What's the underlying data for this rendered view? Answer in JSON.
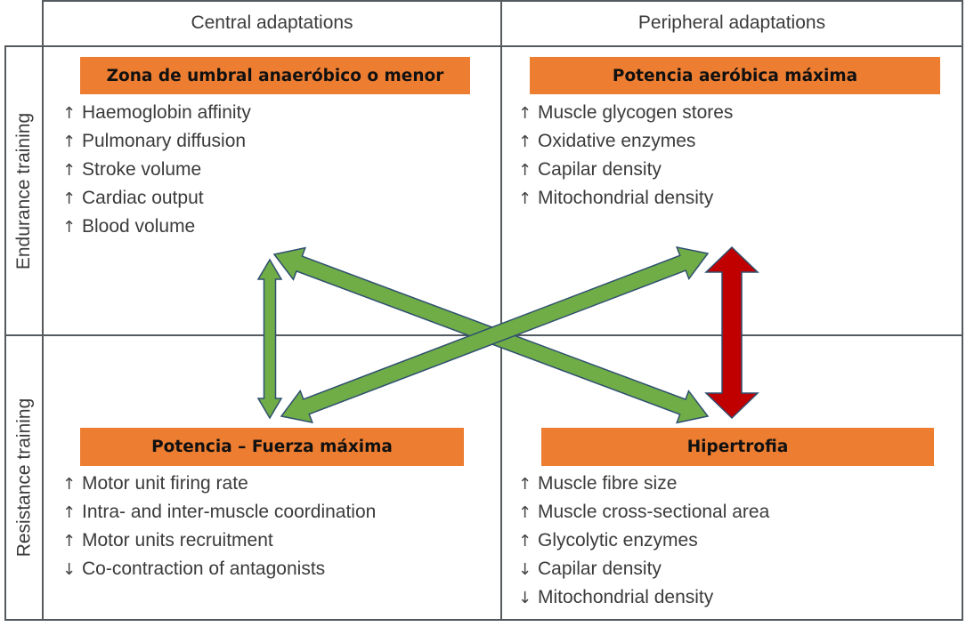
{
  "columns": {
    "central": "Central adaptations",
    "peripheral": "Peripheral adaptations"
  },
  "rows": {
    "endurance": "Endurance training",
    "resistance": "Resistance training"
  },
  "zones": {
    "top_left": "Zona de umbral anaeróbico o menor",
    "top_right": "Potencia aeróbica máxima",
    "bottom_left": "Potencia – Fuerza máxima",
    "bottom_right": "Hipertrofia"
  },
  "symbols": {
    "up": "↑",
    "down": "↓"
  },
  "cells": {
    "endurance_central": [
      {
        "dir": "up",
        "text": "Haemoglobin affinity"
      },
      {
        "dir": "up",
        "text": "Pulmonary diffusion"
      },
      {
        "dir": "up",
        "text": "Stroke volume"
      },
      {
        "dir": "up",
        "text": "Cardiac output"
      },
      {
        "dir": "up",
        "text": "Blood volume"
      }
    ],
    "endurance_peripheral": [
      {
        "dir": "up",
        "text": "Muscle glycogen stores"
      },
      {
        "dir": "up",
        "text": "Oxidative enzymes"
      },
      {
        "dir": "up",
        "text": "Capilar density"
      },
      {
        "dir": "up",
        "text": "Mitochondrial density"
      }
    ],
    "resistance_central": [
      {
        "dir": "up",
        "text": "Motor unit firing rate"
      },
      {
        "dir": "up",
        "text": "Intra- and inter-muscle coordination"
      },
      {
        "dir": "up",
        "text": "Motor units recruitment"
      },
      {
        "dir": "down",
        "text": "Co-contraction of antagonists"
      }
    ],
    "resistance_peripheral": [
      {
        "dir": "up",
        "text": "Muscle fibre size"
      },
      {
        "dir": "up",
        "text": "Muscle cross-sectional area"
      },
      {
        "dir": "up",
        "text": "Glycolytic enzymes"
      },
      {
        "dir": "down",
        "text": "Capilar density"
      },
      {
        "dir": "down",
        "text": "Mitochondrial density"
      }
    ]
  },
  "connections": [
    {
      "from": "top_left",
      "to": "bottom_left",
      "type": "double",
      "color": "#70ad47"
    },
    {
      "from": "top_left",
      "to": "bottom_right",
      "type": "double",
      "color": "#70ad47"
    },
    {
      "from": "bottom_left",
      "to": "top_right",
      "type": "double",
      "color": "#70ad47"
    },
    {
      "from": "top_right",
      "to": "bottom_right",
      "type": "double",
      "color": "#c00000"
    }
  ],
  "colors": {
    "zone_fill": "#ed7d31",
    "green_arrow": "#70ad47",
    "red_arrow": "#c00000",
    "arrow_outline": "#2f4f6f"
  }
}
